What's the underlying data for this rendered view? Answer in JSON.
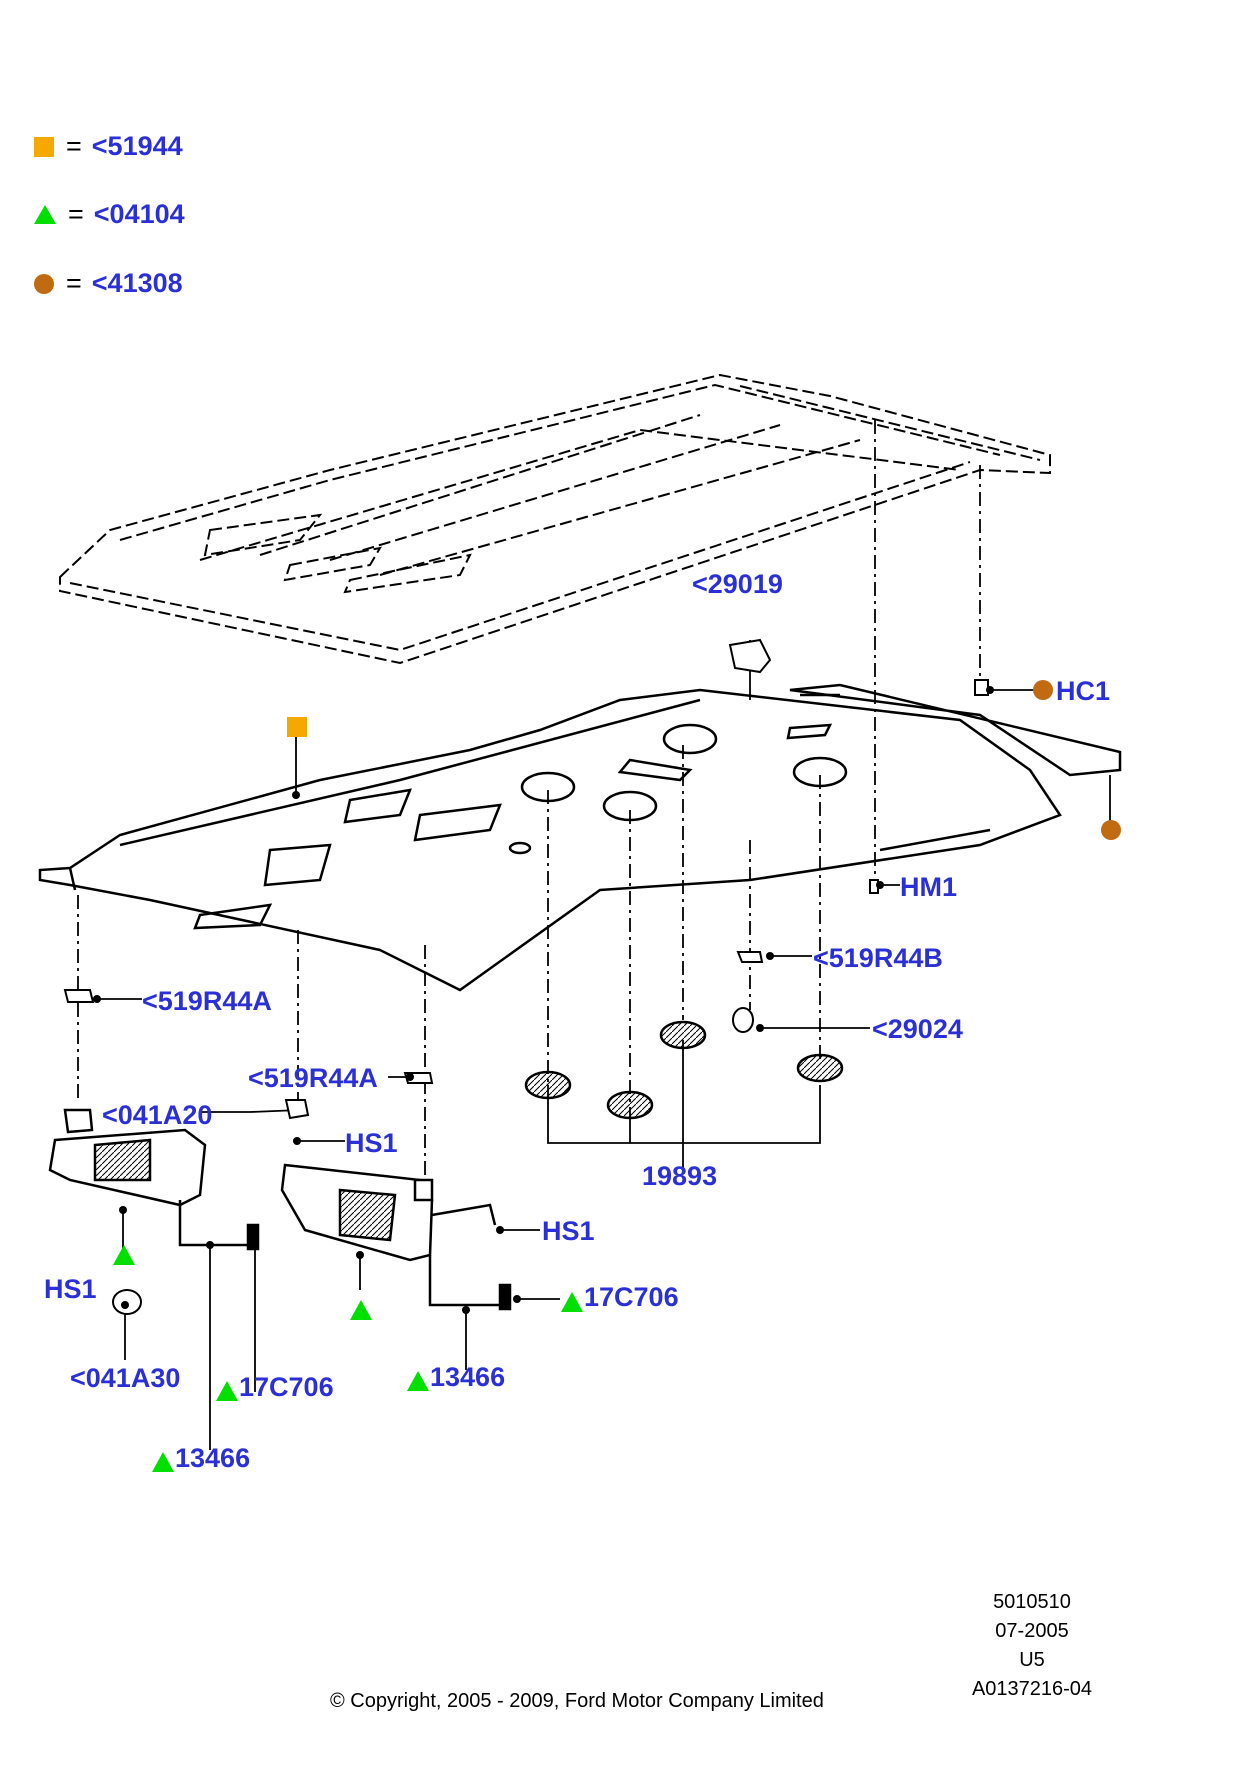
{
  "legend": [
    {
      "symbol": "square",
      "color": "#f5a800",
      "text": "<51944"
    },
    {
      "symbol": "triangle",
      "color": "#00e000",
      "text": "<04104"
    },
    {
      "symbol": "circle",
      "color": "#c06a12",
      "text": "<41308"
    }
  ],
  "labels": {
    "p29019": "<29019",
    "hc1": "HC1",
    "hm1": "HM1",
    "p519r44b": "<519R44B",
    "p29024": "<29024",
    "p519r44a_left": "<519R44A",
    "p519r44a_mid": "<519R44A",
    "p041a20": "<041A20",
    "hs1_mid": "HS1",
    "hs1_right": "HS1",
    "hs1_left": "HS1",
    "p19893": "19893",
    "p17c706_right": "17C706",
    "p17c706_left": "17C706",
    "p13466_right": "13466",
    "p13466_left": "13466",
    "p041a30": "<041A30"
  },
  "meta": {
    "line1": "5010510",
    "line2": "07-2005",
    "line3": "U5",
    "line4": "A0137216-04",
    "copyright": "© Copyright, 2005 - 2009, Ford Motor Company Limited"
  }
}
